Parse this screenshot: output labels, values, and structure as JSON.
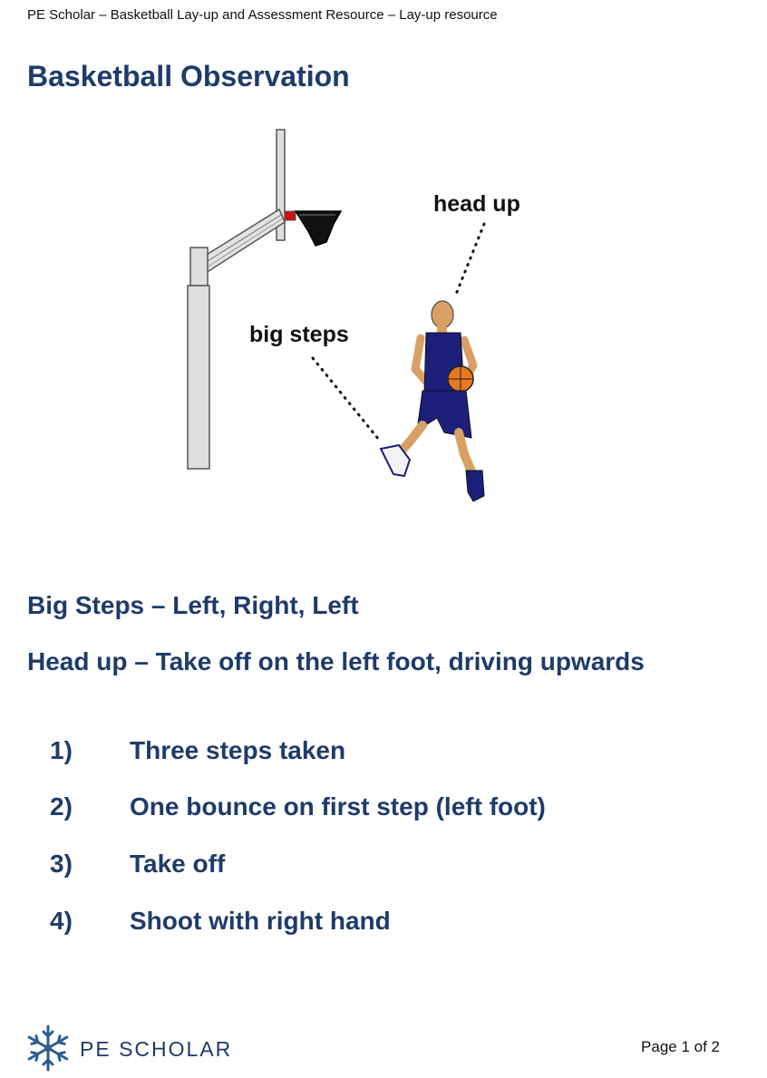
{
  "header": {
    "running_title": "PE Scholar – Basketball Lay-up and Assessment Resource – Lay-up resource"
  },
  "document": {
    "title": "Basketball Observation"
  },
  "illustration": {
    "label_head": "head up",
    "label_steps": "big steps"
  },
  "statements": [
    "Big Steps – Left, Right, Left",
    "Head up – Take off on the left foot, driving upwards"
  ],
  "steps": [
    {
      "number": "1)",
      "text": "Three steps taken"
    },
    {
      "number": "2)",
      "text": "One bounce on first step (left foot)"
    },
    {
      "number": "3)",
      "text": "Take off"
    },
    {
      "number": "4)",
      "text": "Shoot with right hand"
    }
  ],
  "footer": {
    "brand_name": "PE SCHOLAR",
    "page_label": "Page 1 of 2"
  },
  "colors": {
    "heading": "#1f3b6a",
    "text": "#111111",
    "logo": "#2c5c91"
  }
}
